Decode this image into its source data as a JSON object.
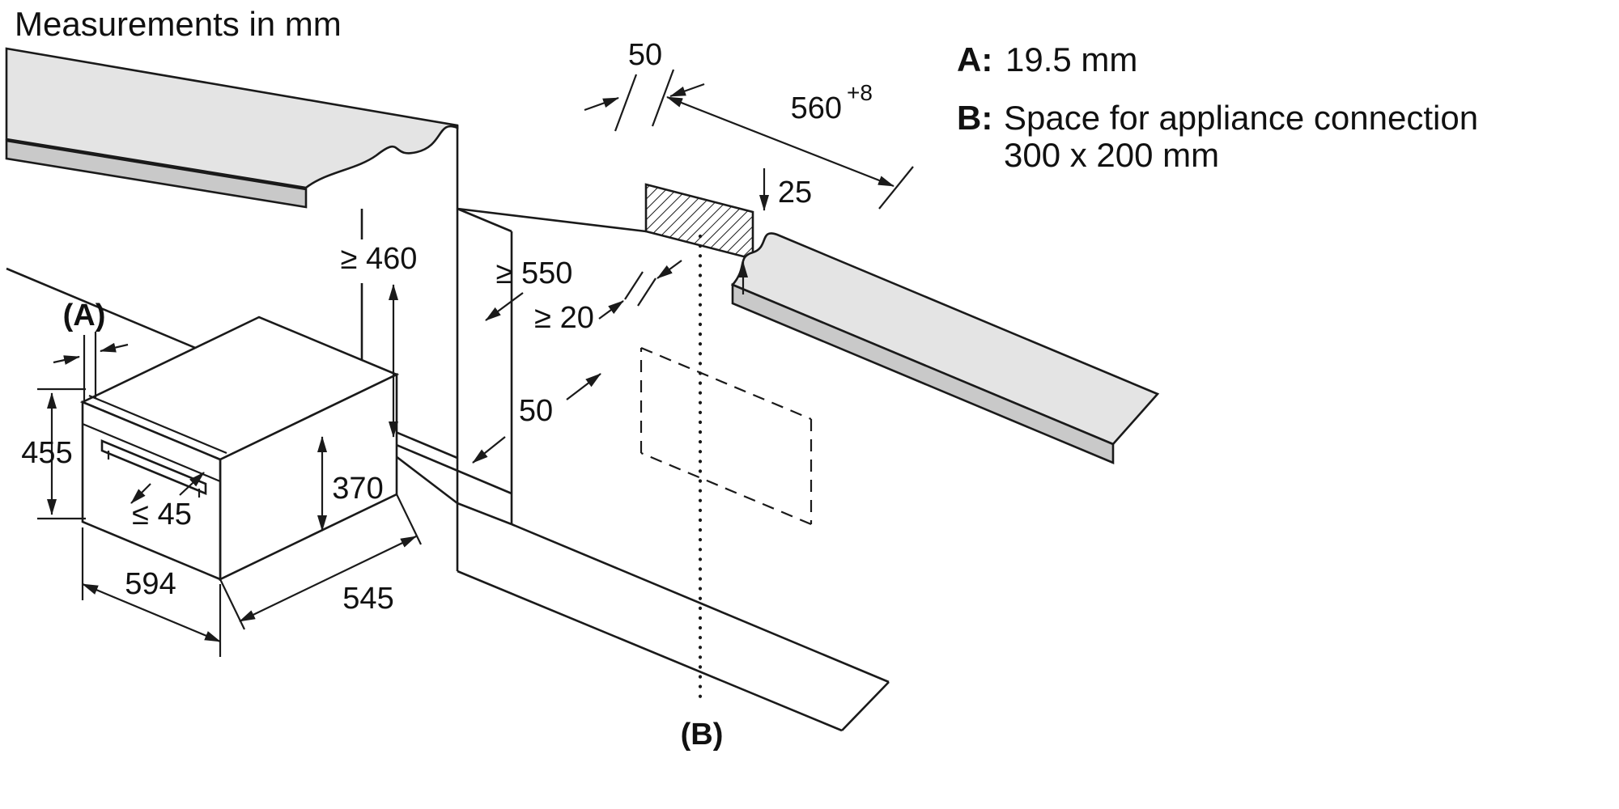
{
  "title": "Measurements in mm",
  "legend": {
    "items": [
      {
        "key": "A:",
        "lines": [
          "19.5 mm"
        ]
      },
      {
        "key": "B:",
        "lines": [
          "Space for appliance connection",
          "300 x 200 mm"
        ]
      }
    ]
  },
  "dims": {
    "top_clearance": "50",
    "niche_width": "560",
    "niche_width_sup": "+8",
    "vent_gap": "25",
    "min_depth": "≥ 550",
    "rear_clearance": "≥ 20",
    "min_height": "≥ 460",
    "shelf_clearance": "50",
    "ref_a": "(A)",
    "ref_b": "(B)",
    "appliance_height": "455",
    "appliance_front_height": "370",
    "handle_max": "≤ 45",
    "appliance_width": "594",
    "appliance_depth": "545"
  },
  "colors": {
    "line": "#1a1a1a",
    "worktop_fill": "#e4e4e4",
    "worktop_edge_fill": "#c9c9c9",
    "background": "#ffffff"
  }
}
